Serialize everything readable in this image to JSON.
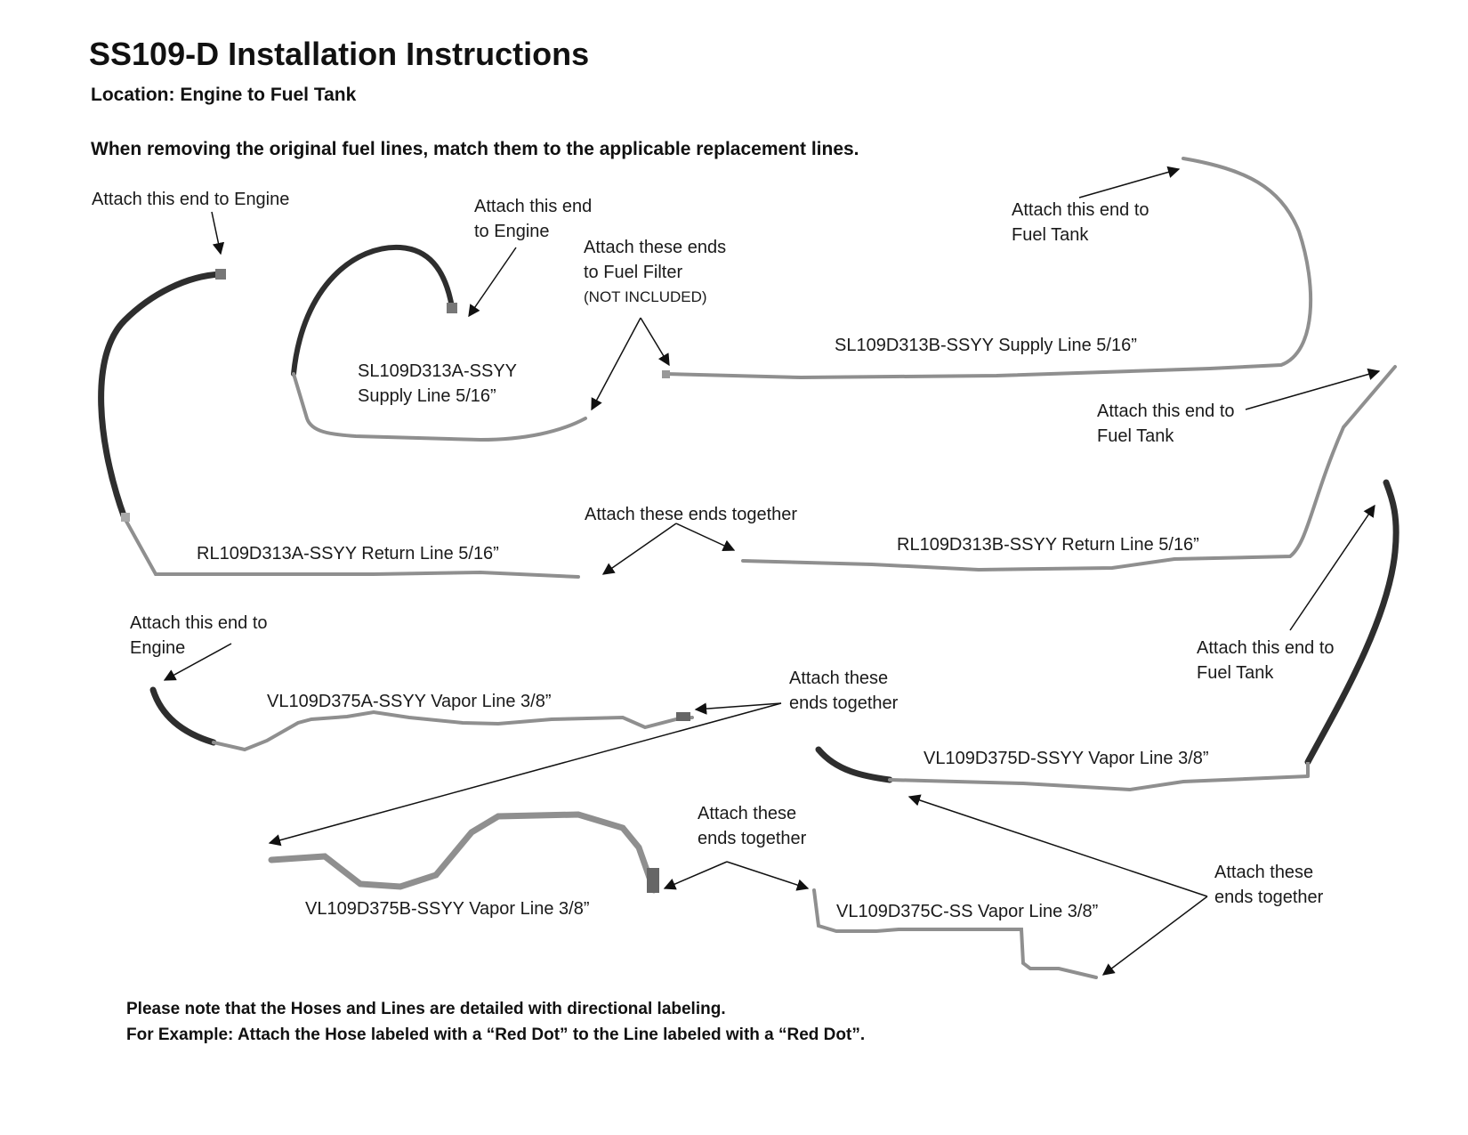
{
  "header": {
    "title": "SS109-D Installation Instructions",
    "location": "Location: Engine to Fuel Tank",
    "instruction": "When removing the original fuel lines, match them to the applicable replacement lines."
  },
  "labels": {
    "attach_engine_1": "Attach this end to Engine",
    "attach_engine_2_a": "Attach this end",
    "attach_engine_2_b": "to Engine",
    "filter_a": "Attach these ends",
    "filter_b": "to Fuel Filter",
    "filter_c": "(NOT INCLUDED)",
    "tank_1_a": "Attach this end to",
    "tank_1_b": "Fuel Tank",
    "tank_2_a": "Attach this end to",
    "tank_2_b": "Fuel Tank",
    "together_1": "Attach these ends together",
    "engine_3_a": "Attach this end to",
    "engine_3_b": "Engine",
    "together_2_a": "Attach these",
    "together_2_b": "ends together",
    "tank_3_a": "Attach this end to",
    "tank_3_b": "Fuel Tank",
    "together_3_a": "Attach these",
    "together_3_b": "ends together",
    "together_4_a": "Attach these",
    "together_4_b": "ends together"
  },
  "parts": {
    "sl_a_1": "SL109D313A-SSYY",
    "sl_a_2": "Supply Line 5/16”",
    "sl_b": "SL109D313B-SSYY Supply Line 5/16”",
    "rl_a": "RL109D313A-SSYY Return Line 5/16”",
    "rl_b": "RL109D313B-SSYY Return Line 5/16”",
    "vl_a": "VL109D375A-SSYY Vapor Line 3/8”",
    "vl_b": "VL109D375B-SSYY Vapor Line 3/8”",
    "vl_c": "VL109D375C-SS Vapor Line 3/8”",
    "vl_d": "VL109D375D-SSYY Vapor Line 3/8”"
  },
  "footer": {
    "note_1": "Please note that the Hoses and Lines are detailed with directional labeling.",
    "note_2": "For Example: Attach the Hose labeled with a “Red Dot” to the Line labeled with a “Red Dot”."
  },
  "colors": {
    "hose": "#2e2e2e",
    "metal_line": "#8f8f8f",
    "arrow": "#111111"
  }
}
